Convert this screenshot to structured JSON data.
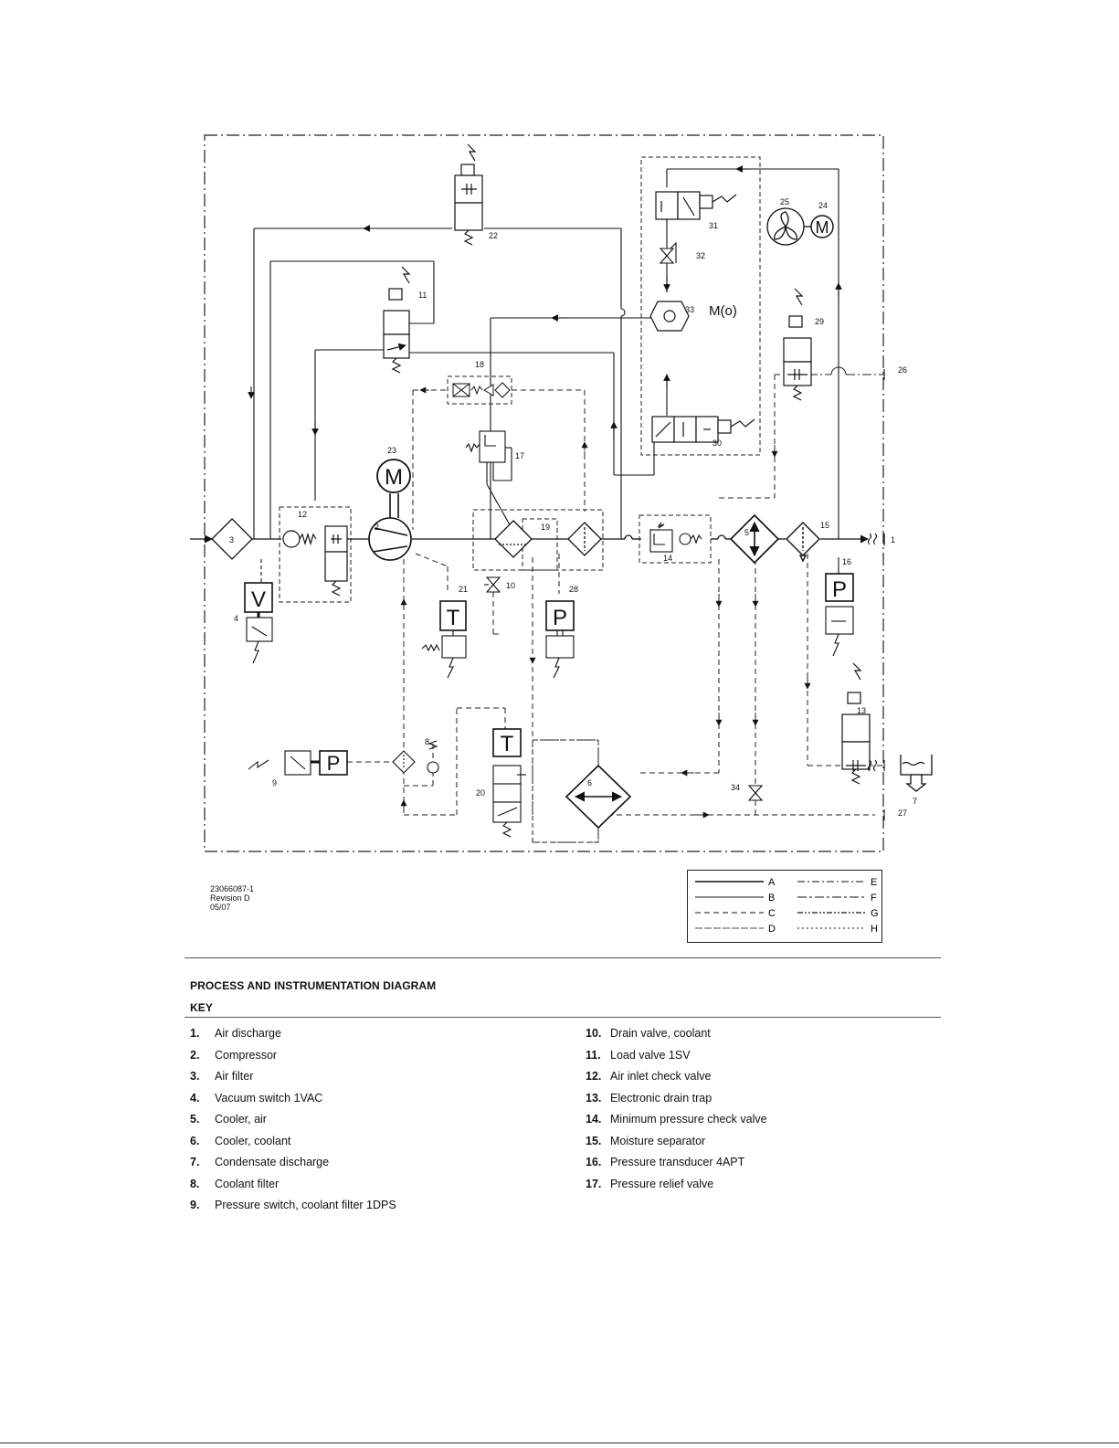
{
  "diagram": {
    "drawing_number": "23066087-1",
    "revision": "Revision D",
    "date": "05/07",
    "text_labels": {
      "mo": "M(o)",
      "motor_23": "M",
      "motor_24": "M",
      "vac_4": "V",
      "temp_21": "T",
      "temp_20": "T",
      "press_28": "P",
      "press_16": "P",
      "press_9": "P"
    },
    "component_numbers": [
      "1",
      "2",
      "3",
      "4",
      "5",
      "6",
      "7",
      "8",
      "9",
      "10",
      "11",
      "12",
      "13",
      "14",
      "15",
      "16",
      "17",
      "18",
      "19",
      "20",
      "21",
      "22",
      "23",
      "24",
      "25",
      "26",
      "27",
      "28",
      "29",
      "30",
      "31",
      "32",
      "33",
      "34"
    ],
    "legend": [
      {
        "letter": "A",
        "style": "solid-thick"
      },
      {
        "letter": "B",
        "style": "solid-thin"
      },
      {
        "letter": "C",
        "style": "dashed-long"
      },
      {
        "letter": "D",
        "style": "dashed-fine"
      },
      {
        "letter": "E",
        "style": "dash-dot"
      },
      {
        "letter": "F",
        "style": "dash-dot-long"
      },
      {
        "letter": "G",
        "style": "dash-dot-dot"
      },
      {
        "letter": "H",
        "style": "dotted"
      }
    ]
  },
  "key": {
    "title": "PROCESS AND INSTRUMENTATION DIAGRAM",
    "subtitle": "KEY",
    "left": [
      {
        "num": "1.",
        "label": "Air discharge"
      },
      {
        "num": "2.",
        "label": "Compressor"
      },
      {
        "num": "3.",
        "label": "Air filter"
      },
      {
        "num": "4.",
        "label": "Vacuum switch 1VAC"
      },
      {
        "num": "5.",
        "label": "Cooler, air"
      },
      {
        "num": "6.",
        "label": "Cooler, coolant"
      },
      {
        "num": "7.",
        "label": "Condensate discharge"
      },
      {
        "num": "8.",
        "label": "Coolant filter"
      },
      {
        "num": "9.",
        "label": "Pressure switch, coolant filter 1DPS"
      }
    ],
    "right": [
      {
        "num": "10.",
        "label": "Drain valve, coolant"
      },
      {
        "num": "11.",
        "label": "Load valve 1SV"
      },
      {
        "num": "12.",
        "label": "Air inlet check valve"
      },
      {
        "num": "13.",
        "label": "Electronic drain trap"
      },
      {
        "num": "14.",
        "label": "Minimum pressure check valve"
      },
      {
        "num": "15.",
        "label": "Moisture separator"
      },
      {
        "num": "16.",
        "label": "Pressure transducer 4APT"
      },
      {
        "num": "17.",
        "label": "Pressure relief valve"
      }
    ]
  }
}
